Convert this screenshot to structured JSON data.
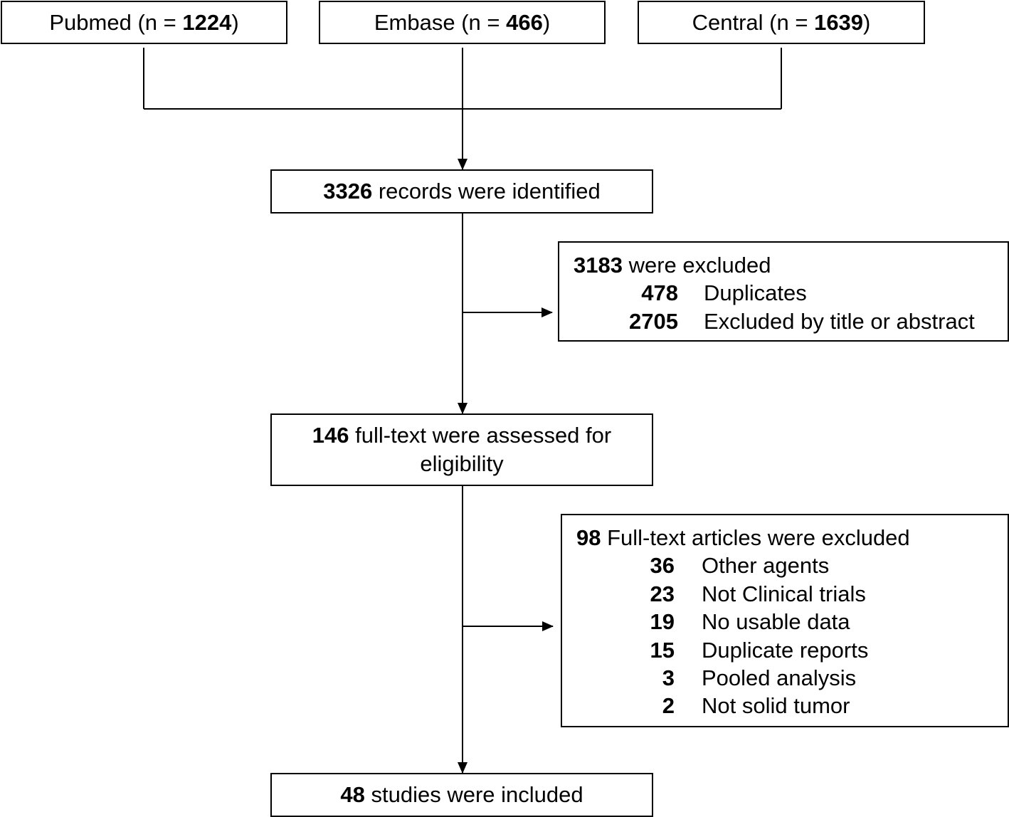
{
  "sources": [
    {
      "name": "Pubmed",
      "count": "1224"
    },
    {
      "name": "Embase",
      "count": "466"
    },
    {
      "name": "Central",
      "count": "1639"
    }
  ],
  "identified": {
    "count": "3326",
    "text": "records were identified"
  },
  "excluded_first": {
    "count": "3183",
    "text": "were excluded",
    "items": [
      {
        "count": "478",
        "label": "Duplicates"
      },
      {
        "count": "2705",
        "label": "Excluded by title or abstract"
      }
    ]
  },
  "assessed": {
    "count": "146",
    "text_line1": "full-text were assessed for",
    "text_line2": "eligibility"
  },
  "excluded_second": {
    "count": "98",
    "text": "Full-text articles were excluded",
    "items": [
      {
        "count": "36",
        "label": "Other agents"
      },
      {
        "count": "23",
        "label": "Not Clinical trials"
      },
      {
        "count": "19",
        "label": "No usable data"
      },
      {
        "count": "15",
        "label": "Duplicate reports"
      },
      {
        "count": "3",
        "label": "Pooled analysis"
      },
      {
        "count": "2",
        "label": "Not solid tumor"
      }
    ]
  },
  "included": {
    "count": "48",
    "text": "studies were included"
  }
}
